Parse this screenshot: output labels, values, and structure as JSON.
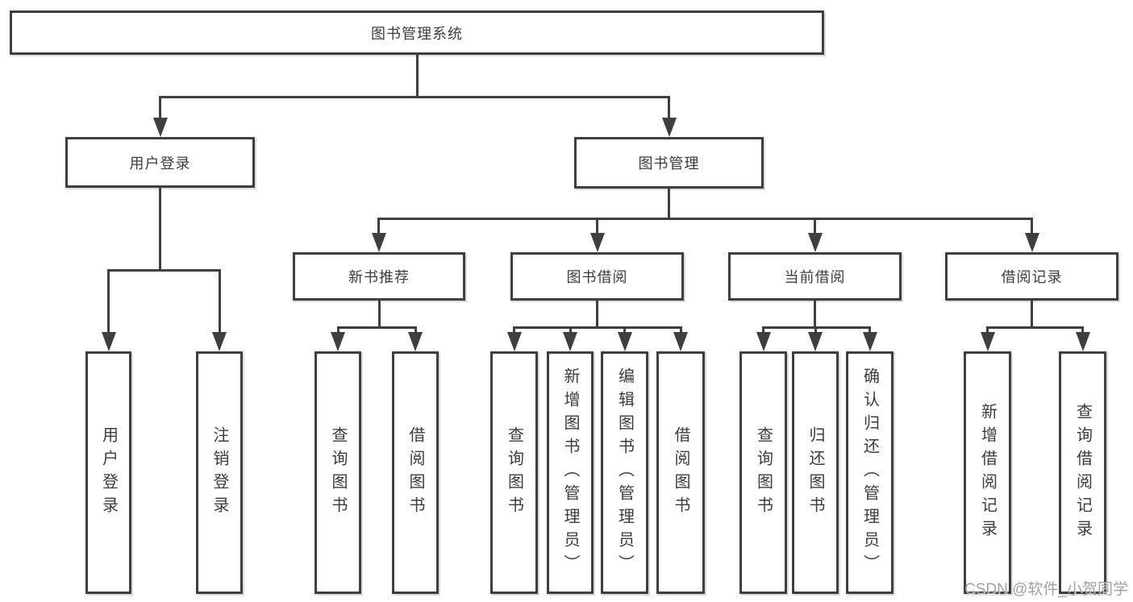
{
  "tree": {
    "root": {
      "label": "图书管理系统"
    },
    "children": [
      {
        "label": "用户登录",
        "children": [
          {
            "label": "用户登录"
          },
          {
            "label": "注销登录"
          }
        ]
      },
      {
        "label": "图书管理",
        "children": [
          {
            "label": "新书推荐",
            "children": [
              {
                "label": "查询图书"
              },
              {
                "label": "借阅图书"
              }
            ]
          },
          {
            "label": "图书借阅",
            "children": [
              {
                "label": "查询图书"
              },
              {
                "label": "新增图书（管理员）"
              },
              {
                "label": "编辑图书（管理员）"
              },
              {
                "label": "借阅图书"
              }
            ]
          },
          {
            "label": "当前借阅",
            "children": [
              {
                "label": "查询图书"
              },
              {
                "label": "归还图书"
              },
              {
                "label": "确认归还（管理员）"
              }
            ]
          },
          {
            "label": "借阅记录",
            "children": [
              {
                "label": "新增借阅记录"
              },
              {
                "label": "查询借阅记录"
              }
            ]
          }
        ]
      }
    ]
  },
  "watermark": {
    "text": "CSDN @软件_小贺同学"
  },
  "colors": {
    "line": "#3f3f3f",
    "text": "#3c3c3c",
    "watermark": "#949494",
    "background": "#ffffff"
  }
}
